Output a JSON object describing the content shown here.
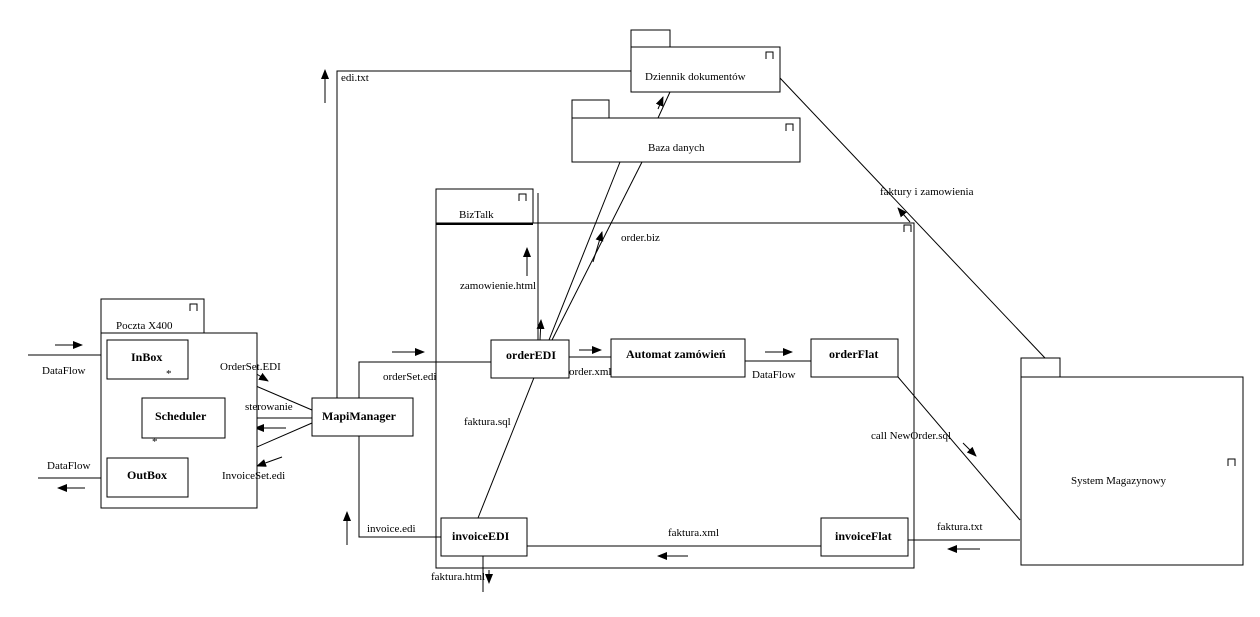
{
  "packages": {
    "poczta": "Poczta X400",
    "dziennik": "Dziennik dokumentów",
    "baza": "Baza danych",
    "biztalk": "BizTalk",
    "system": "System Magazynowy"
  },
  "components": {
    "inbox": "InBox",
    "scheduler": "Scheduler",
    "outbox": "OutBox",
    "mapi": "MapiManager",
    "order_edi": "orderEDI",
    "automat": "Automat zamówień",
    "order_flat": "orderFlat",
    "invoice_edi": "invoiceEDI",
    "invoice_flat": "invoiceFlat"
  },
  "labels": {
    "dataflow_in": "DataFlow",
    "dataflow_out": "DataFlow",
    "star1": "*",
    "star2": "*",
    "orderset_edi_upper": "OrderSet.EDI",
    "sterowanie": "sterowanie",
    "invoiceset_edi": "InvoiceSet.edi",
    "edi_txt": "edi.txt",
    "order_biz": "order.biz",
    "zamowienie_html": "zamowienie.html",
    "orderset_edi": "orderSet.edi",
    "order_xml": "order.xml",
    "dataflow_mid": "DataFlow",
    "faktura_sql": "faktura.sql",
    "call_neworder": "call NewOrder.sql",
    "faktury_zamowienia": "faktury i zamowienia",
    "invoice_edi_label": "invoice.edi",
    "faktura_xml": "faktura.xml",
    "faktura_txt": "faktura.txt",
    "faktura_html": "faktura.html"
  }
}
